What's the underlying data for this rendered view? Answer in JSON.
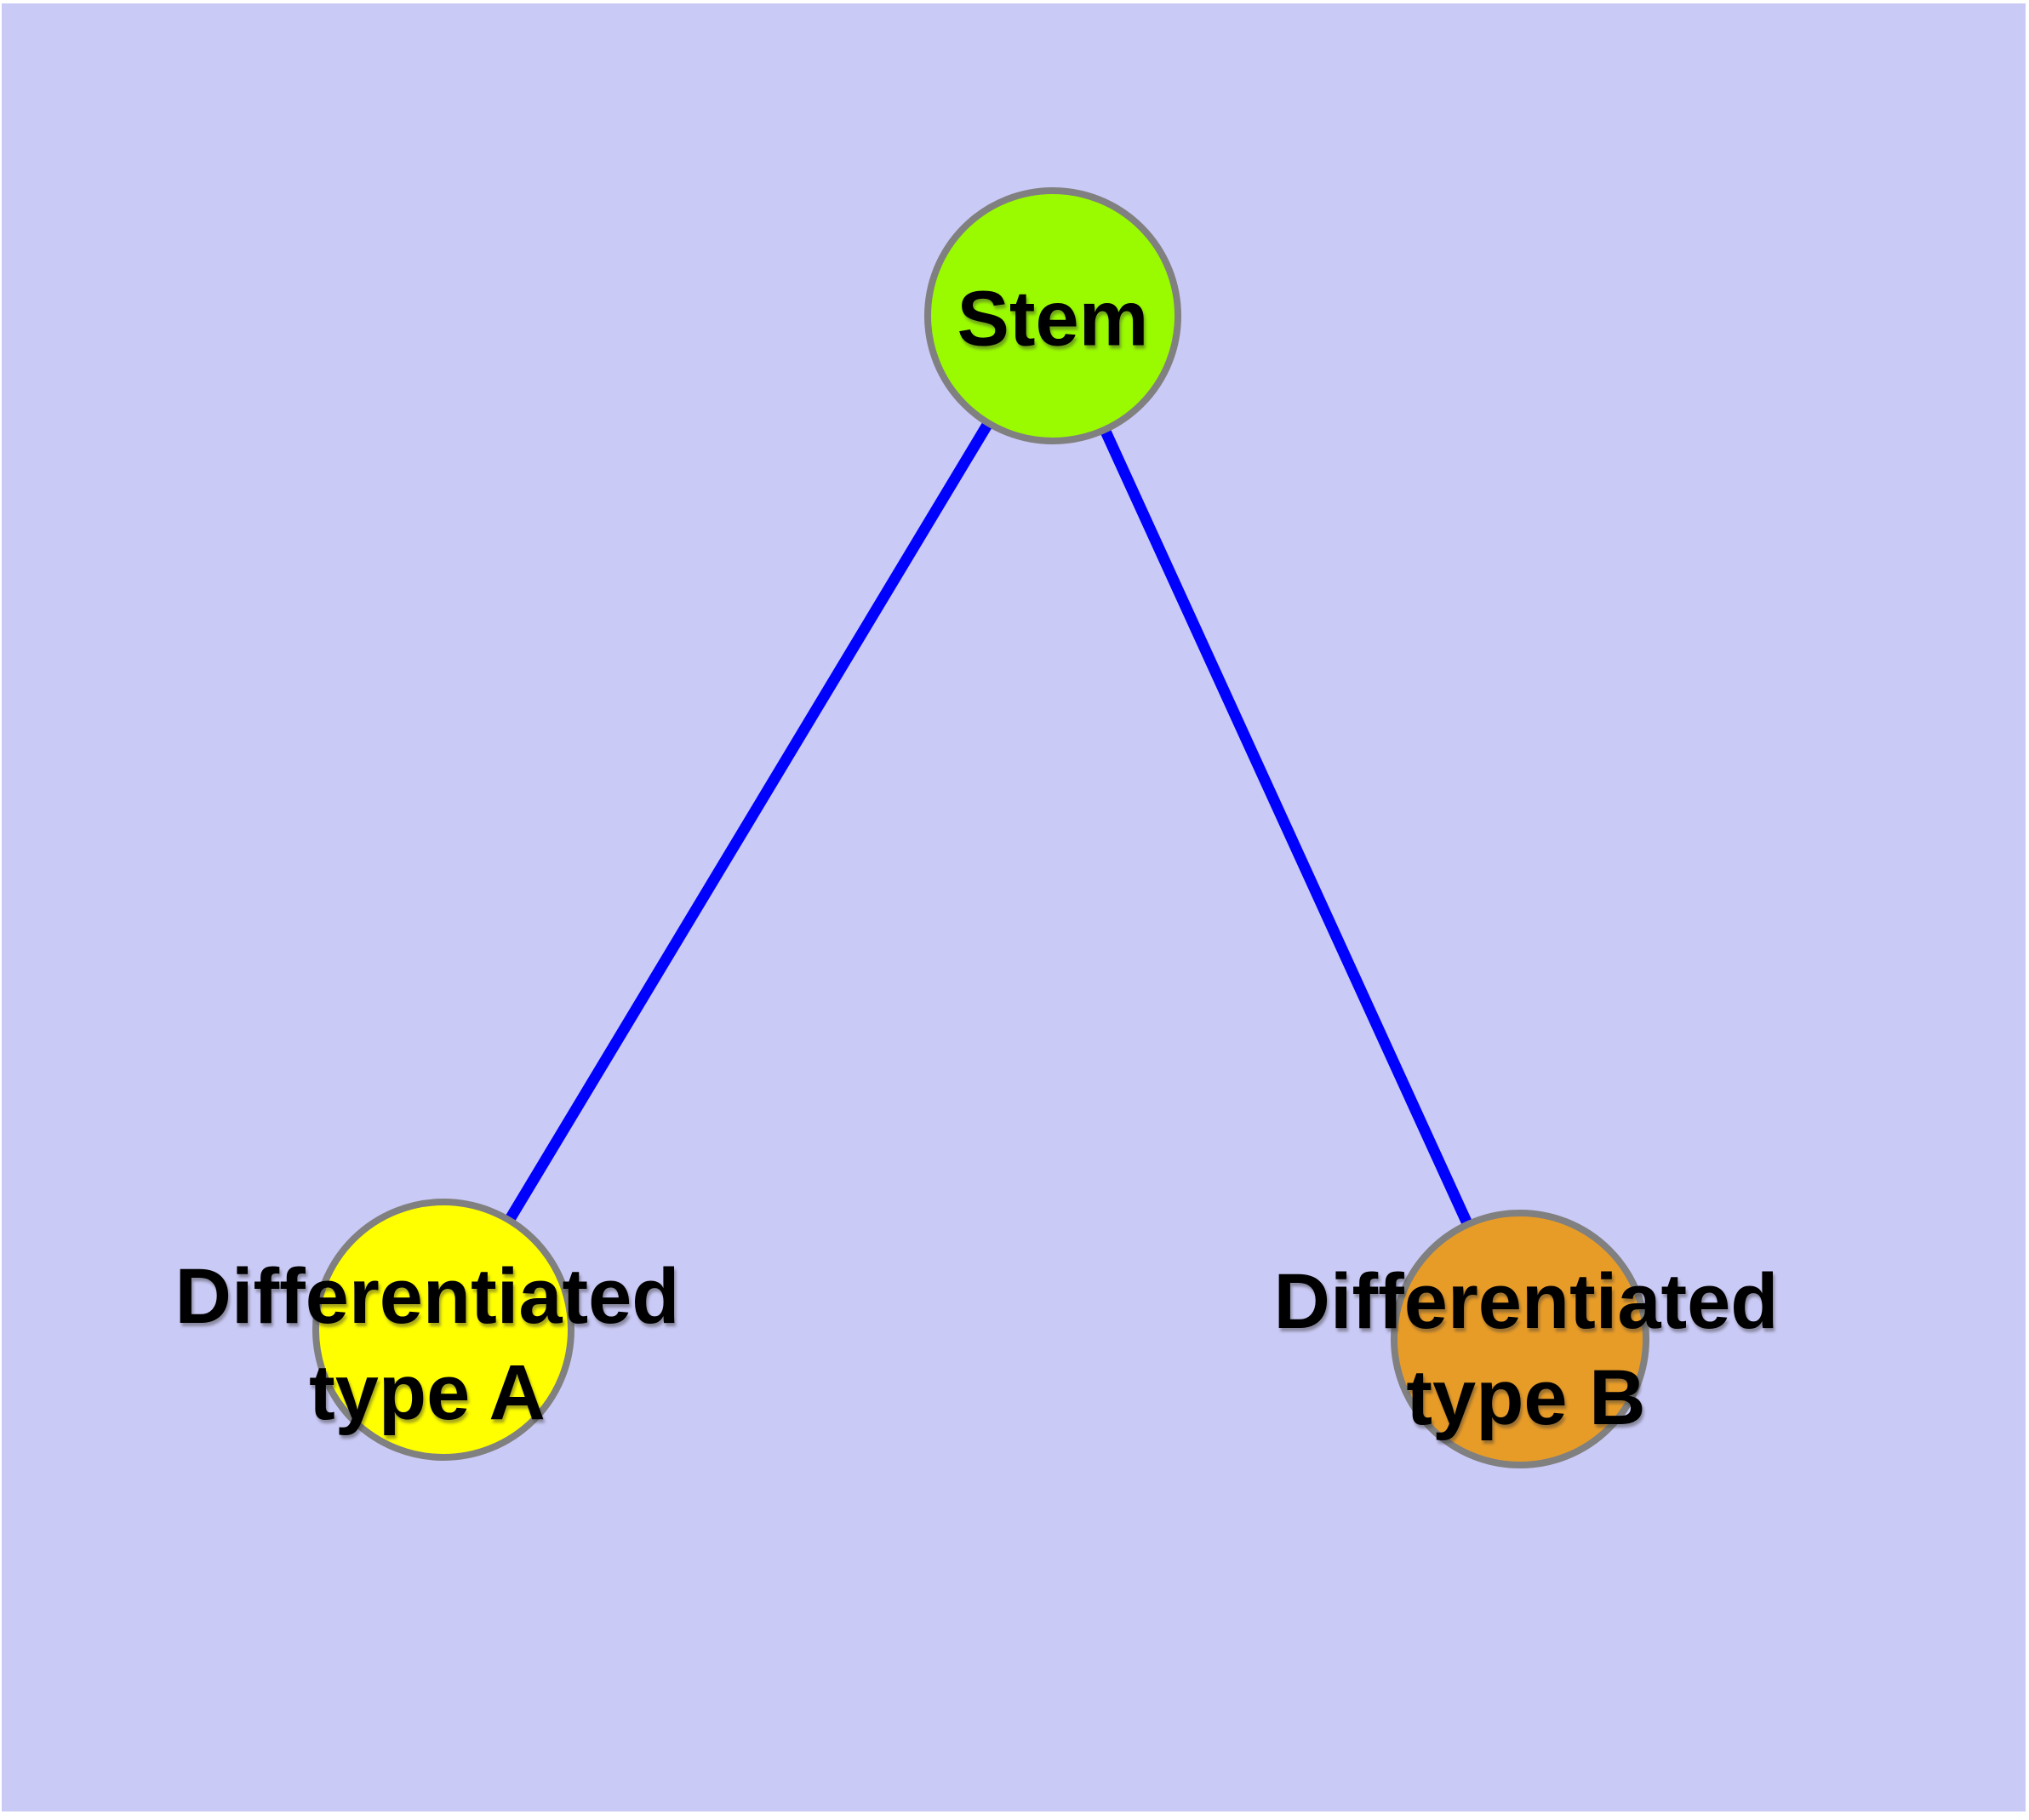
{
  "diagram": {
    "type": "graph",
    "background_color": "#CACAF6",
    "margin_color": "#FFFFFF",
    "edge_color": "#0000FF",
    "node_border_color": "#808080",
    "label_color": "#000000",
    "nodes": [
      {
        "id": "stem",
        "label": "Stem",
        "fill": "#9AFB00"
      },
      {
        "id": "type-a",
        "label": "Differentiated type A",
        "label_line1": "Differentiated",
        "label_line2": "type A",
        "fill": "#FFFF00"
      },
      {
        "id": "type-b",
        "label": "Differentiated type B",
        "label_line1": "Differentiated",
        "label_line2": "type B",
        "fill": "#E89C28"
      }
    ],
    "edges": [
      {
        "from": "Stem",
        "to": "Differentiated type A"
      },
      {
        "from": "Stem",
        "to": "Differentiated type B"
      }
    ]
  }
}
